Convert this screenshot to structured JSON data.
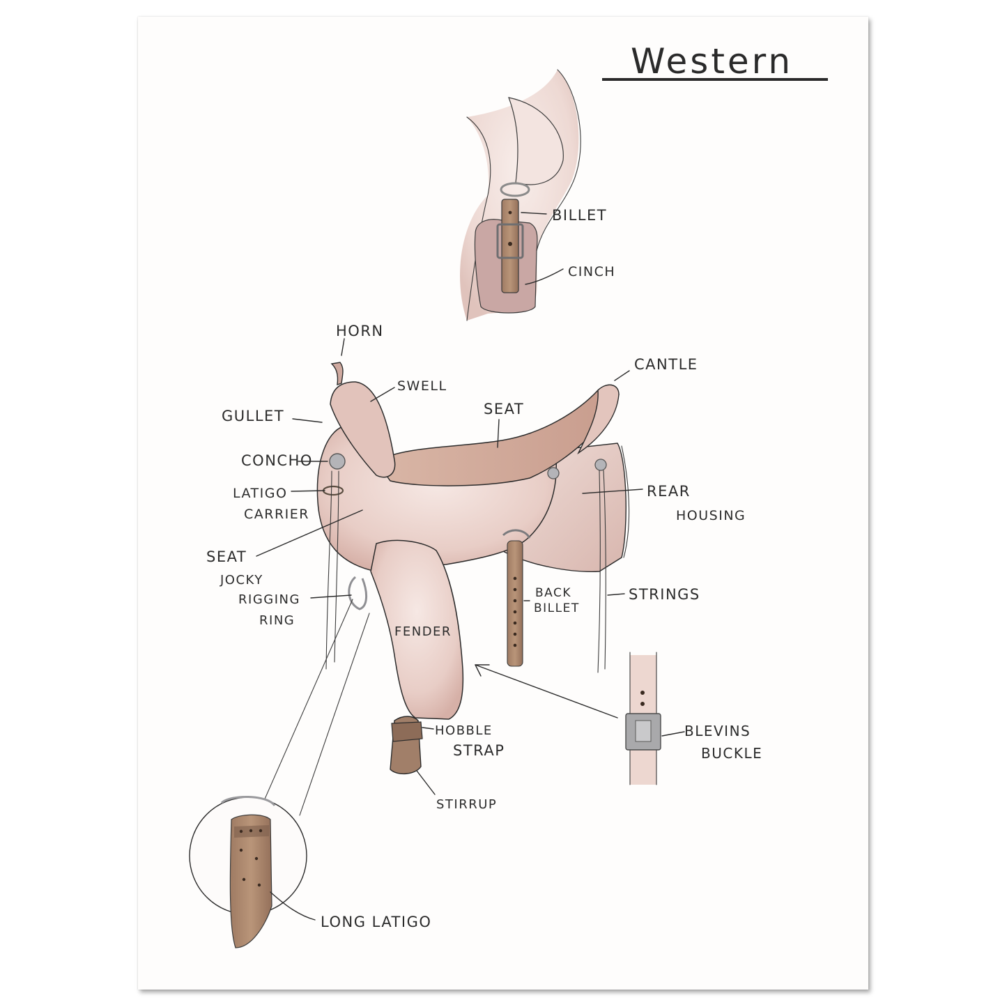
{
  "title": "Western",
  "labels": {
    "billet": "BILLET",
    "cinch": "CINCH",
    "horn": "HORN",
    "cantle": "CANTLE",
    "swell": "SWELL",
    "gullet": "GULLET",
    "seat_top": "SEAT",
    "concho": "CONCHO",
    "latigo_carrier_1": "LATIGO",
    "latigo_carrier_2": "CARRIER",
    "rear_housing_1": "REAR",
    "rear_housing_2": "HOUSING",
    "seat_jocky_1": "SEAT",
    "seat_jocky_2": "JOCKY",
    "rigging_ring_1": "RIGGING",
    "rigging_ring_2": "RING",
    "back_billet_1": "BACK",
    "back_billet_2": "BILLET",
    "strings": "STRINGS",
    "fender": "FENDER",
    "hobble_strap_1": "HOBBLE",
    "hobble_strap_2": "STRAP",
    "blevins_buckle_1": "BLEVINS",
    "blevins_buckle_2": "BUCKLE",
    "stirrup": "STIRRUP",
    "long_latigo": "LONG LATIGO"
  },
  "colors": {
    "leather_light": "#e9cfc8",
    "leather_mid": "#d9b2a8",
    "leather_dark": "#a27f68",
    "strap_brown": "#b08a6e",
    "metal": "#a9a9ab",
    "ink": "#2b2b2b"
  }
}
